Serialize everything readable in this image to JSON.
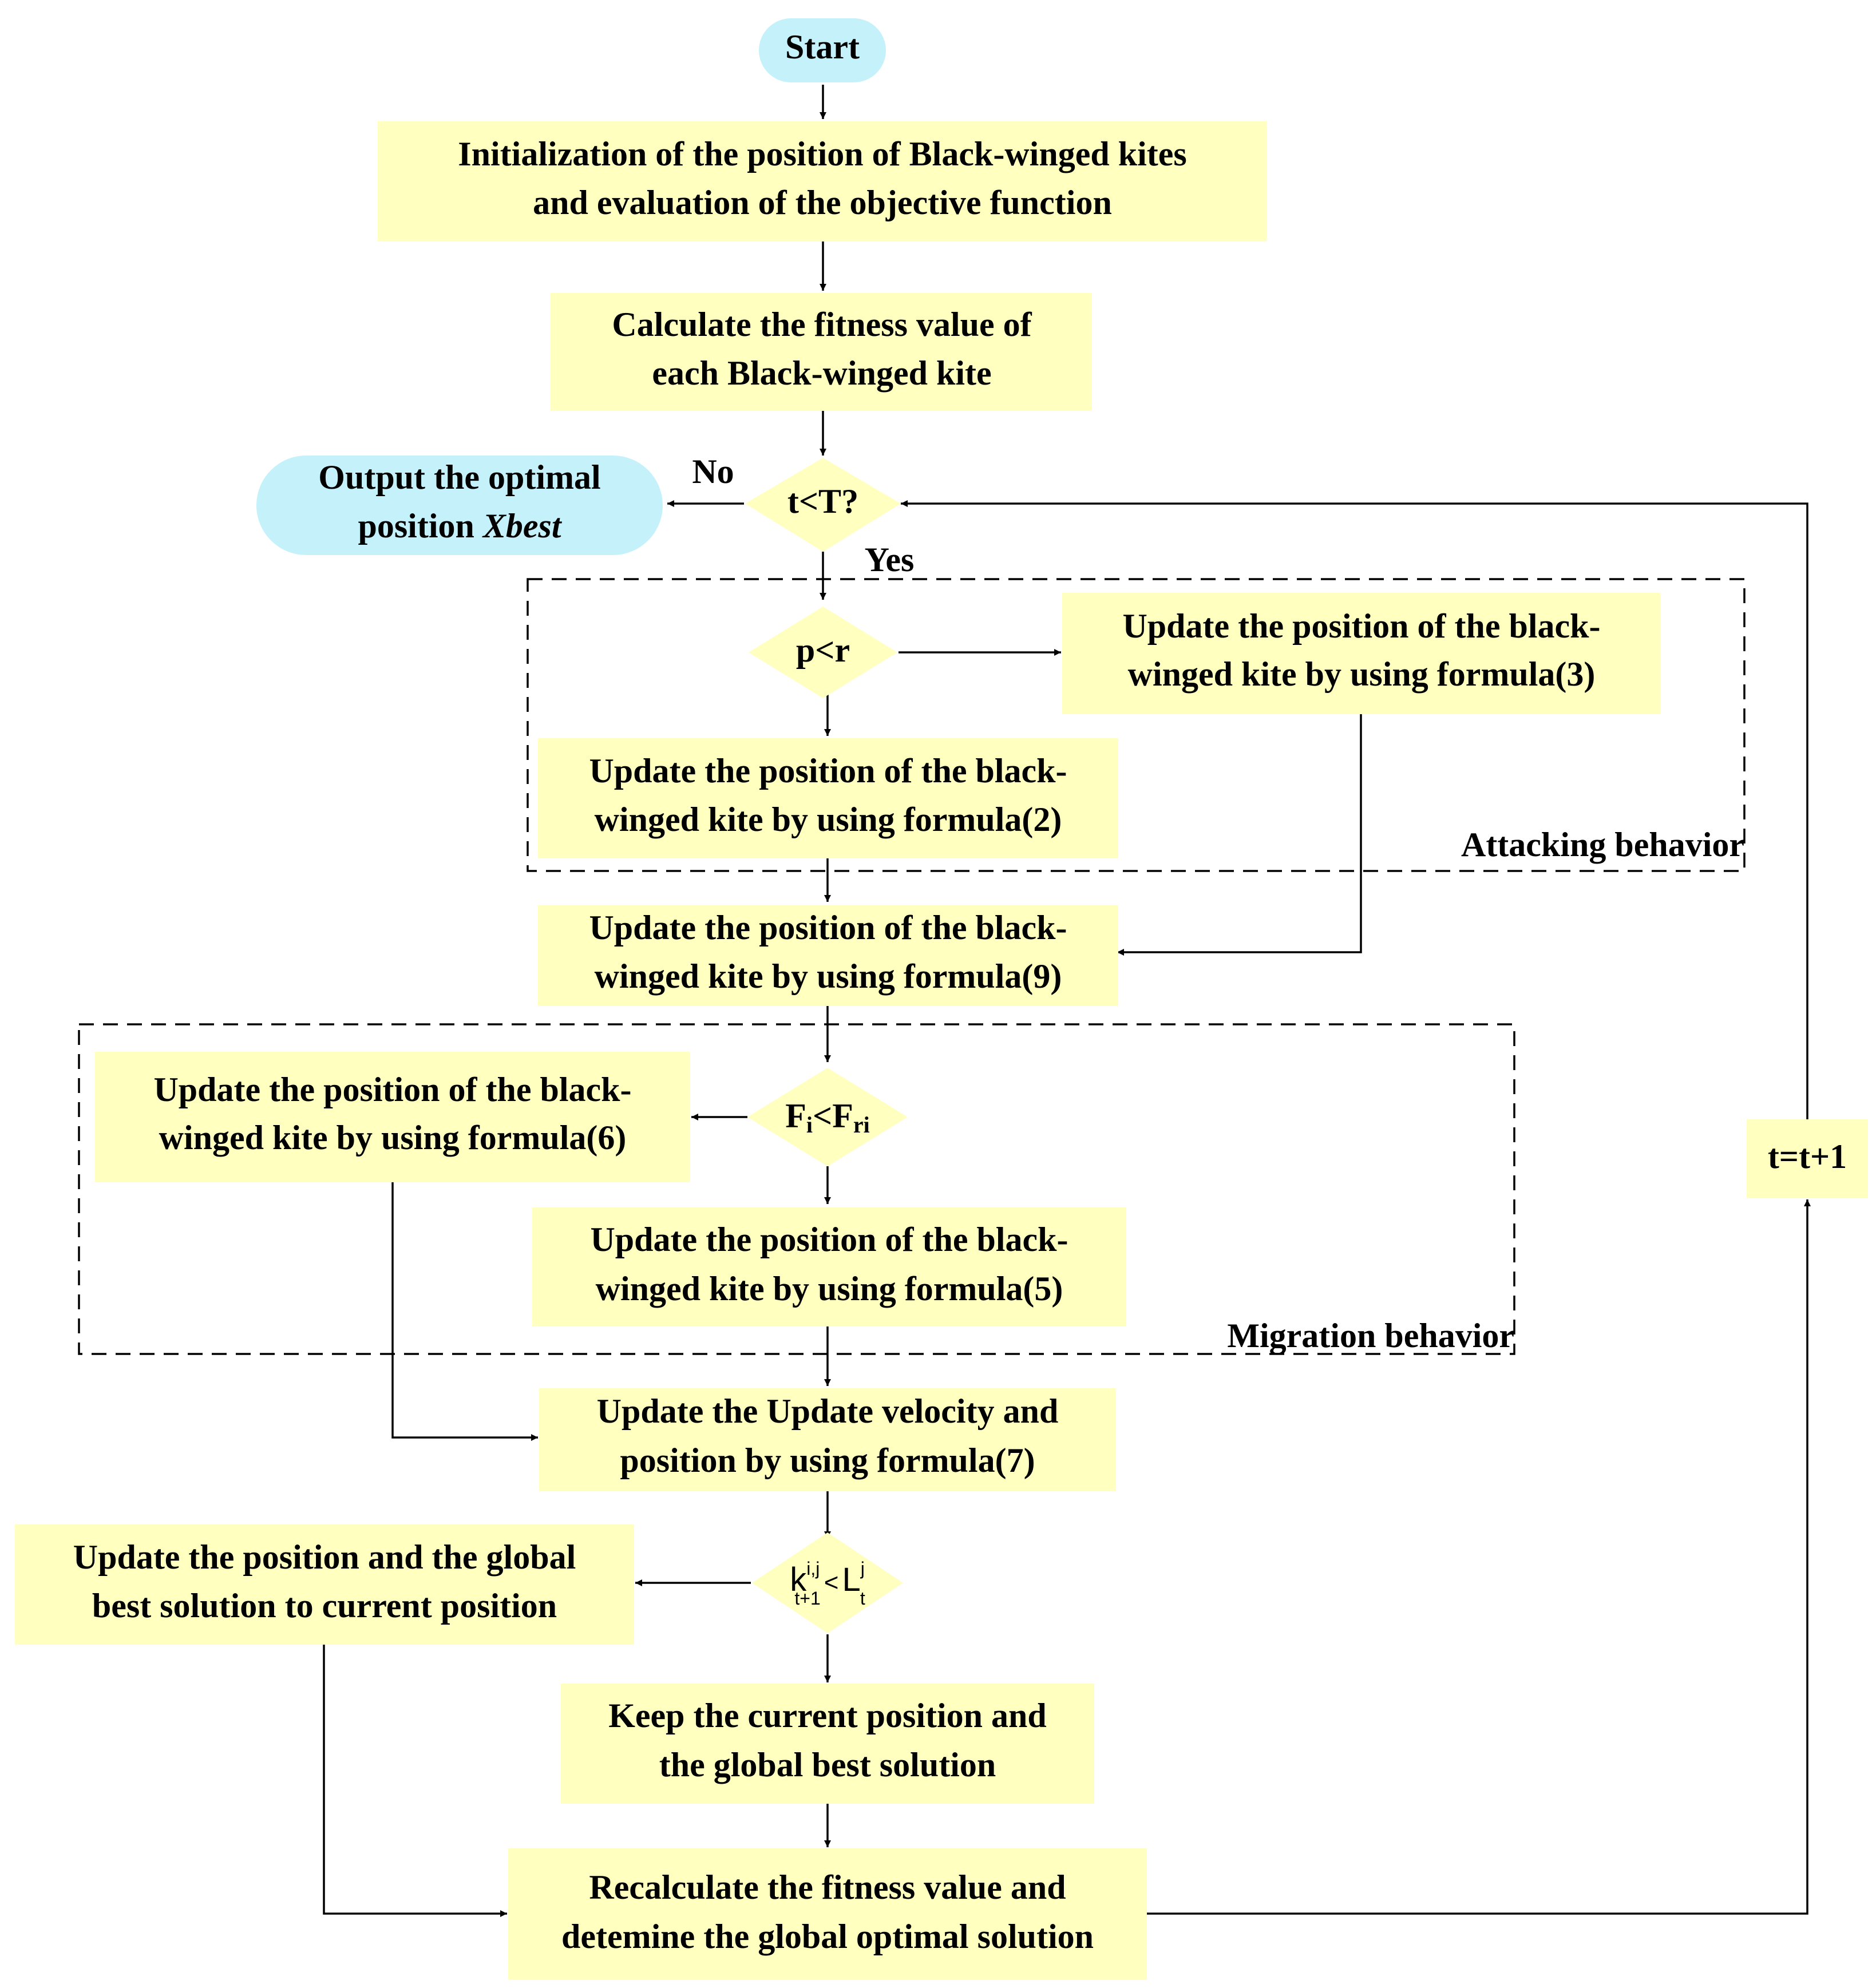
{
  "colors": {
    "process_fill": "#ffffc0",
    "terminal_fill": "#c5f2fa",
    "line": "#000000"
  },
  "nodes": {
    "start": "Start",
    "init": [
      "Initialization of the position of Black-winged kites",
      "and evaluation of the objective function"
    ],
    "calc_fitness": [
      "Calculate the fitness value of",
      "each Black-winged kite"
    ],
    "output": [
      "Output the optimal",
      "position "
    ],
    "output_italic": "Xbest",
    "cond_t": "t<T?",
    "label_no": "No",
    "label_yes": "Yes",
    "cond_p": "p<r",
    "formula3": [
      "Update the position of the black-",
      "winged kite by using formula(3)"
    ],
    "formula2": [
      "Update the position of the black-",
      "winged kite by using formula(2)"
    ],
    "group_attack": "Attacking behavior",
    "formula9": [
      "Update the position of the black-",
      "winged kite by using formula(9)"
    ],
    "cond_f": {
      "F": "F",
      "i": "i",
      "lt": "<",
      "F2": "F",
      "ri": "ri"
    },
    "formula6": [
      "Update the position of the black-",
      "winged kite by using formula(6)"
    ],
    "formula5": [
      "Update the position of the black-",
      "winged kite by using formula(5)"
    ],
    "group_migration": "Migration behavior",
    "formula7": [
      "Update the Update velocity and",
      "position by using formula(7)"
    ],
    "cond_k": {
      "k": "k",
      "k_sup": "i,j",
      "k_sub": "t+1",
      "lt": "<",
      "L": "L",
      "L_sup": "j",
      "L_sub": "t"
    },
    "update_global": [
      "Update the position and the global",
      "best solution to current position"
    ],
    "keep": [
      "Keep the current position and",
      "the global best solution"
    ],
    "recalc": [
      "Recalculate the fitness value and",
      "detemine the global optimal solution"
    ],
    "increment": "t=t+1"
  }
}
